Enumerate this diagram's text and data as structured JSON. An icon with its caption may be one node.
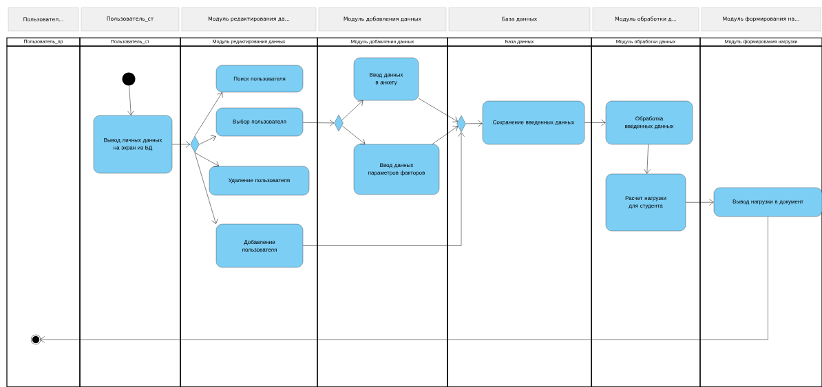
{
  "diagram": {
    "nodes": [
      {
        "text": [
          "Пользовател...",
          "Пользователь_пр"
        ]
      },
      {
        "text": [
          "Пользователь_ст",
          "Пользователь_ст"
        ]
      },
      {
        "text": [
          "Модуль редактирования да...",
          "Модуль редактирования данных"
        ]
      },
      {
        "text": [
          "Модуль добавления данных",
          "Модуль добавления данных"
        ]
      },
      {
        "text": [
          "База данных",
          "База данных"
        ]
      },
      {
        "text": [
          "Модуль обработки д...",
          "Модуль обработки данных"
        ]
      },
      {
        "text": [
          "Модуль формирования на...",
          "Модуль формирования нагрузки"
        ]
      },
      {
        "text": [],
        "shape": "dot",
        "in": 1
      },
      {
        "text": [
          "Вывод личных данных на экран из БД"
        ],
        "in": 1
      },
      {
        "text": [],
        "shape": "diamond",
        "in": 2
      },
      {
        "text": [
          "Поиск пользователя"
        ],
        "in": 2
      },
      {
        "text": [
          "Выбор пользователя"
        ],
        "in": 2
      },
      {
        "text": [
          "Удаление пользователя"
        ],
        "in": 2
      },
      {
        "text": [
          "Добавление пользователя"
        ],
        "in": 2
      },
      {
        "text": [],
        "shape": "diamond",
        "in": 3
      },
      {
        "text": [
          "Ввод данных в анкету"
        ],
        "in": 3
      },
      {
        "text": [
          "Ввод данных параметров факторов"
        ],
        "in": 3
      },
      {
        "text": [],
        "shape": "diamond",
        "in": 4
      },
      {
        "text": [
          "Сохранение введенных данных"
        ],
        "in": 4
      },
      {
        "text": [
          "Обработка введенных данных"
        ],
        "in": 5
      },
      {
        "text": [
          "Расчет нагрузки для студента"
        ],
        "in": 5
      },
      {
        "text": [
          "Вывод нагрузки в документ"
        ],
        "in": 6
      },
      {
        "text": [],
        "shape": "bullseye",
        "in": 0
      }
    ],
    "edges": [
      {
        "from": 7,
        "to": 8,
        "arrow": "to"
      },
      {
        "from": 8,
        "to": 9,
        "arrow": "to"
      },
      {
        "from": 9,
        "to": 10,
        "arrow": "to"
      },
      {
        "from": 9,
        "to": 11,
        "arrow": "to"
      },
      {
        "from": 9,
        "to": 12,
        "arrow": "to"
      },
      {
        "from": 9,
        "to": 13,
        "arrow": "to"
      },
      {
        "from": 11,
        "to": 14,
        "arrow": "to"
      },
      {
        "from": 14,
        "to": 15,
        "arrow": "to"
      },
      {
        "from": 14,
        "to": 16,
        "arrow": "to"
      },
      {
        "from": 15,
        "to": 17,
        "arrow": "to"
      },
      {
        "from": 16,
        "to": 17,
        "arrow": "to"
      },
      {
        "from": 13,
        "to": 17,
        "arrow": "to"
      },
      {
        "from": 17,
        "to": 18,
        "arrow": "to"
      },
      {
        "from": 18,
        "to": 19,
        "arrow": "to"
      },
      {
        "from": 19,
        "to": 20,
        "arrow": "to"
      },
      {
        "from": 20,
        "to": 21,
        "arrow": "to"
      },
      {
        "from": 21,
        "to": 22,
        "arrow": "to"
      }
    ]
  }
}
